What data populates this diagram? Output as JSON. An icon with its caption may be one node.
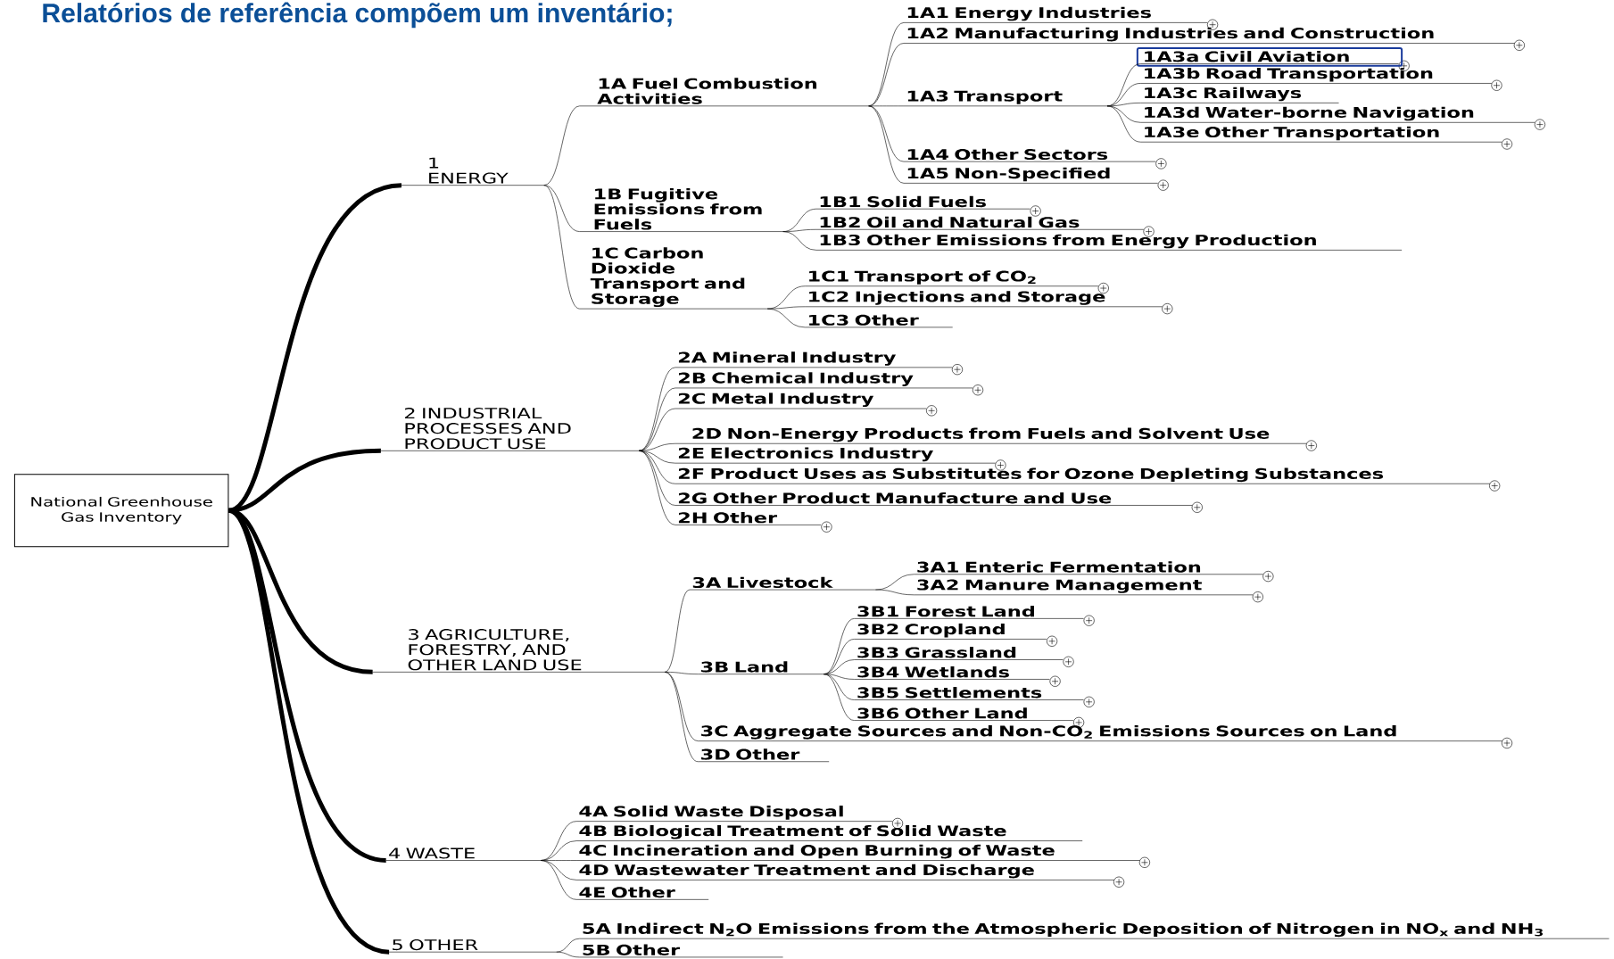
{
  "diagram": {
    "title": "Relatórios de referência compõem um inventário;",
    "nodes": [
      {
        "text": [
          "National Greenhouse Gas Inventory"
        ]
      },
      {
        "text": [
          "1 ENERGY"
        ]
      },
      {
        "text": [
          "1A Fuel Combustion Activities"
        ]
      },
      {
        "text": [
          "1A1 Energy Industries"
        ]
      },
      {
        "text": [
          "1A2 Manufacturing Industries and Construction"
        ]
      },
      {
        "text": [
          "1A3 Transport"
        ]
      },
      {
        "text": [
          "1A3a Civil Aviation"
        ]
      },
      {
        "text": [
          "1A3b Road Transportation"
        ]
      },
      {
        "text": [
          "1A3c Railways"
        ]
      },
      {
        "text": [
          "1A3d Water-borne Navigation"
        ]
      },
      {
        "text": [
          "1A3e Other Transportation"
        ]
      },
      {
        "text": [
          "1A4 Other Sectors"
        ]
      },
      {
        "text": [
          "1A5 Non-Specified"
        ]
      },
      {
        "text": [
          "1B Fugitive Emissions from Fuels"
        ]
      },
      {
        "text": [
          "1B1 Solid Fuels"
        ]
      },
      {
        "text": [
          "1B2 Oil and Natural Gas"
        ]
      },
      {
        "text": [
          "1B3 Other Emissions from Energy Production"
        ]
      },
      {
        "text": [
          "1C Carbon Dioxide Transport and Storage"
        ]
      },
      {
        "text": [
          "1C1 Transport of CO$_{2}$"
        ]
      },
      {
        "text": [
          "1C2 Injections and Storage"
        ]
      },
      {
        "text": [
          "1C3 Other"
        ]
      },
      {
        "text": [
          "2 INDUSTRIAL PROCESSES AND PRODUCT USE"
        ]
      },
      {
        "text": [
          "2A Mineral Industry"
        ]
      },
      {
        "text": [
          "2B Chemical Industry"
        ]
      },
      {
        "text": [
          "2C Metal Industry"
        ]
      },
      {
        "text": [
          "2D Non-Energy Products from Fuels and Solvent Use"
        ]
      },
      {
        "text": [
          "2E Electronics Industry"
        ]
      },
      {
        "text": [
          "2F Product Uses as Substitutes for Ozone Depleting Substances"
        ]
      },
      {
        "text": [
          "2G Other Product Manufacture and Use"
        ]
      },
      {
        "text": [
          "2H Other"
        ]
      },
      {
        "text": [
          "3 AGRICULTURE, FORESTRY, AND OTHER LAND USE"
        ]
      },
      {
        "text": [
          "3A Livestock"
        ]
      },
      {
        "text": [
          "3A1 Enteric Fermentation"
        ]
      },
      {
        "text": [
          "3A2 Manure Management"
        ]
      },
      {
        "text": [
          "3B Land"
        ]
      },
      {
        "text": [
          "3B1 Forest Land"
        ]
      },
      {
        "text": [
          "3B2 Cropland"
        ]
      },
      {
        "text": [
          "3B3 Grassland"
        ]
      },
      {
        "text": [
          "3B4 Wetlands"
        ]
      },
      {
        "text": [
          "3B5 Settlements"
        ]
      },
      {
        "text": [
          "3B6 Other Land"
        ]
      },
      {
        "text": [
          "3C Aggregate Sources and Non-CO$_{2}$ Emissions Sources on Land"
        ]
      },
      {
        "text": [
          "3D Other"
        ]
      },
      {
        "text": [
          "4 WASTE"
        ]
      },
      {
        "text": [
          "4A Solid Waste Disposal"
        ]
      },
      {
        "text": [
          "4B Biological Treatment of Solid Waste"
        ]
      },
      {
        "text": [
          "4C Incineration and Open Burning of Waste"
        ]
      },
      {
        "text": [
          "4D Wastewater Treatment and Discharge"
        ]
      },
      {
        "text": [
          "4E Other"
        ]
      },
      {
        "text": [
          "5 OTHER"
        ]
      },
      {
        "text": [
          "5A Indirect N$_{2}$O Emissions from the Atmospheric Deposition of Nitrogen in NO$_{x}$ and NH$_{3}$"
        ]
      },
      {
        "text": [
          "5B Other"
        ]
      }
    ],
    "edges": [
      {
        "from": 0,
        "to": 1,
        "arrow": "none",
        "style": "thick"
      },
      {
        "from": 1,
        "to": 2,
        "arrow": "none"
      },
      {
        "from": 2,
        "to": 3,
        "arrow": "none"
      },
      {
        "from": 2,
        "to": 4,
        "arrow": "none"
      },
      {
        "from": 2,
        "to": 5,
        "arrow": "none"
      },
      {
        "from": 5,
        "to": 6,
        "arrow": "none"
      },
      {
        "from": 5,
        "to": 7,
        "arrow": "none"
      },
      {
        "from": 5,
        "to": 8,
        "arrow": "none"
      },
      {
        "from": 5,
        "to": 9,
        "arrow": "none"
      },
      {
        "from": 5,
        "to": 10,
        "arrow": "none"
      },
      {
        "from": 2,
        "to": 11,
        "arrow": "none"
      },
      {
        "from": 2,
        "to": 12,
        "arrow": "none"
      },
      {
        "from": 1,
        "to": 13,
        "arrow": "none"
      },
      {
        "from": 13,
        "to": 14,
        "arrow": "none"
      },
      {
        "from": 13,
        "to": 15,
        "arrow": "none"
      },
      {
        "from": 13,
        "to": 16,
        "arrow": "none"
      },
      {
        "from": 1,
        "to": 17,
        "arrow": "none"
      },
      {
        "from": 17,
        "to": 18,
        "arrow": "none"
      },
      {
        "from": 17,
        "to": 19,
        "arrow": "none"
      },
      {
        "from": 17,
        "to": 20,
        "arrow": "none"
      },
      {
        "from": 0,
        "to": 21,
        "arrow": "none",
        "style": "thick"
      },
      {
        "from": 21,
        "to": 22,
        "arrow": "none"
      },
      {
        "from": 21,
        "to": 23,
        "arrow": "none"
      },
      {
        "from": 21,
        "to": 24,
        "arrow": "none"
      },
      {
        "from": 21,
        "to": 25,
        "arrow": "none"
      },
      {
        "from": 21,
        "to": 26,
        "arrow": "none"
      },
      {
        "from": 21,
        "to": 27,
        "arrow": "none"
      },
      {
        "from": 21,
        "to": 28,
        "arrow": "none"
      },
      {
        "from": 21,
        "to": 29,
        "arrow": "none"
      },
      {
        "from": 0,
        "to": 30,
        "arrow": "none",
        "style": "thick"
      },
      {
        "from": 30,
        "to": 31,
        "arrow": "none"
      },
      {
        "from": 31,
        "to": 32,
        "arrow": "none"
      },
      {
        "from": 31,
        "to": 33,
        "arrow": "none"
      },
      {
        "from": 30,
        "to": 34,
        "arrow": "none"
      },
      {
        "from": 34,
        "to": 35,
        "arrow": "none"
      },
      {
        "from": 34,
        "to": 36,
        "arrow": "none"
      },
      {
        "from": 34,
        "to": 37,
        "arrow": "none"
      },
      {
        "from": 34,
        "to": 38,
        "arrow": "none"
      },
      {
        "from": 34,
        "to": 39,
        "arrow": "none"
      },
      {
        "from": 34,
        "to": 40,
        "arrow": "none"
      },
      {
        "from": 30,
        "to": 41,
        "arrow": "none"
      },
      {
        "from": 30,
        "to": 42,
        "arrow": "none"
      },
      {
        "from": 0,
        "to": 43,
        "arrow": "none",
        "style": "thick"
      },
      {
        "from": 43,
        "to": 44,
        "arrow": "none"
      },
      {
        "from": 43,
        "to": 45,
        "arrow": "none"
      },
      {
        "from": 43,
        "to": 46,
        "arrow": "none"
      },
      {
        "from": 43,
        "to": 47,
        "arrow": "none"
      },
      {
        "from": 43,
        "to": 48,
        "arrow": "none"
      },
      {
        "from": 0,
        "to": 49,
        "arrow": "none",
        "style": "thick"
      },
      {
        "from": 49,
        "to": 50,
        "arrow": "none"
      },
      {
        "from": 49,
        "to": 51,
        "arrow": "none"
      }
    ]
  }
}
